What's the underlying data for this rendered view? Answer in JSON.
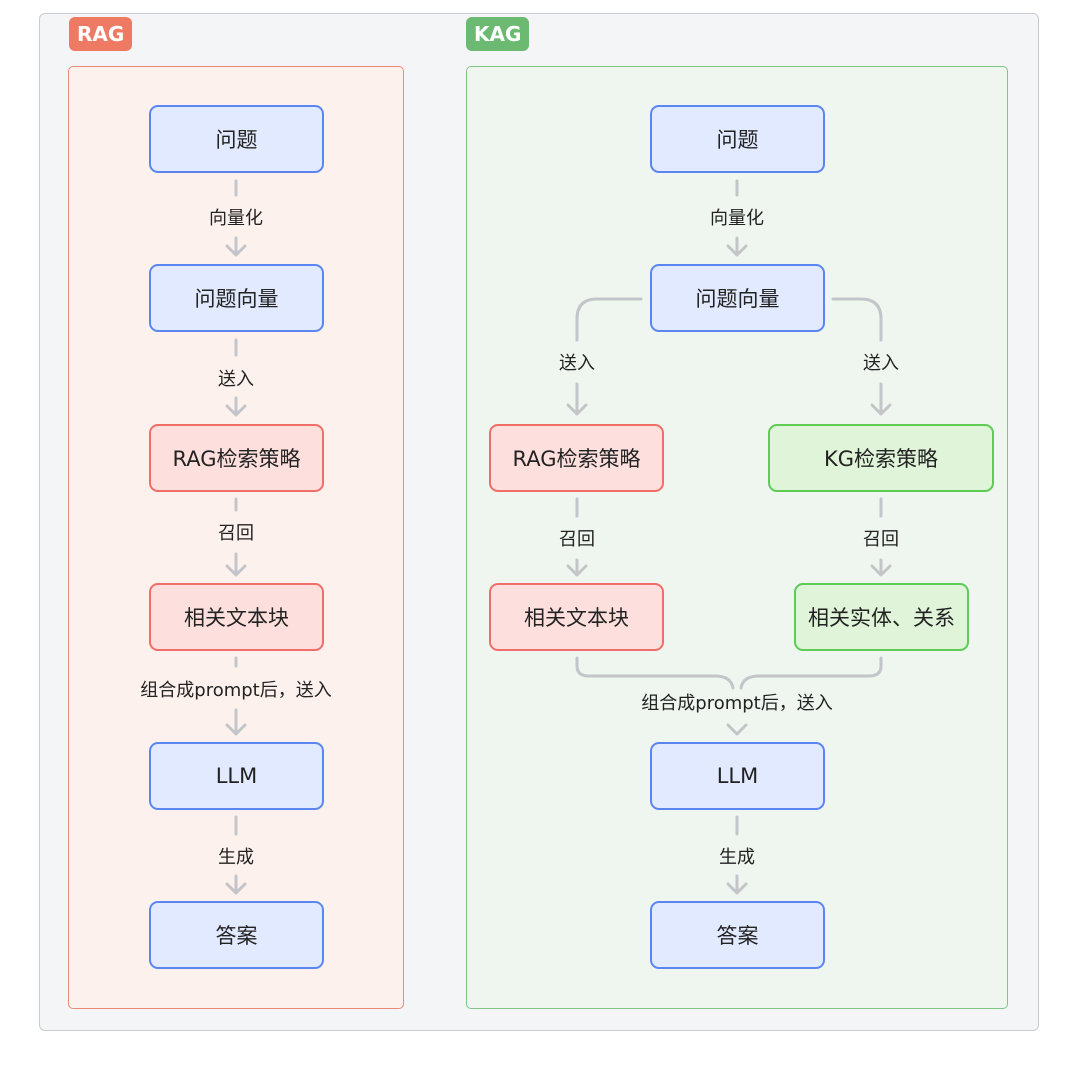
{
  "rag": {
    "tag": "RAG",
    "nodes": {
      "question": "问题",
      "question_vector": "问题向量",
      "rag_strategy": "RAG检索策略",
      "text_chunks": "相关文本块",
      "llm": "LLM",
      "answer": "答案"
    },
    "edges": {
      "vectorize": "向量化",
      "send": "送入",
      "recall": "召回",
      "combine": "组合成prompt后，送入",
      "generate": "生成"
    }
  },
  "kag": {
    "tag": "KAG",
    "nodes": {
      "question": "问题",
      "question_vector": "问题向量",
      "rag_strategy": "RAG检索策略",
      "kg_strategy": "KG检索策略",
      "text_chunks": "相关文本块",
      "entities": "相关实体、关系",
      "llm": "LLM",
      "answer": "答案"
    },
    "edges": {
      "vectorize": "向量化",
      "send_left": "送入",
      "send_right": "送入",
      "recall_left": "召回",
      "recall_right": "召回",
      "combine": "组合成prompt后，送入",
      "generate": "生成"
    }
  },
  "colors": {
    "rag_accent": "#ef7a63",
    "kag_accent": "#6cba72",
    "node_blue": "#5b86f2",
    "node_red": "#ef6f68",
    "node_green": "#5ccc55",
    "connector": "#c3c5c9"
  }
}
